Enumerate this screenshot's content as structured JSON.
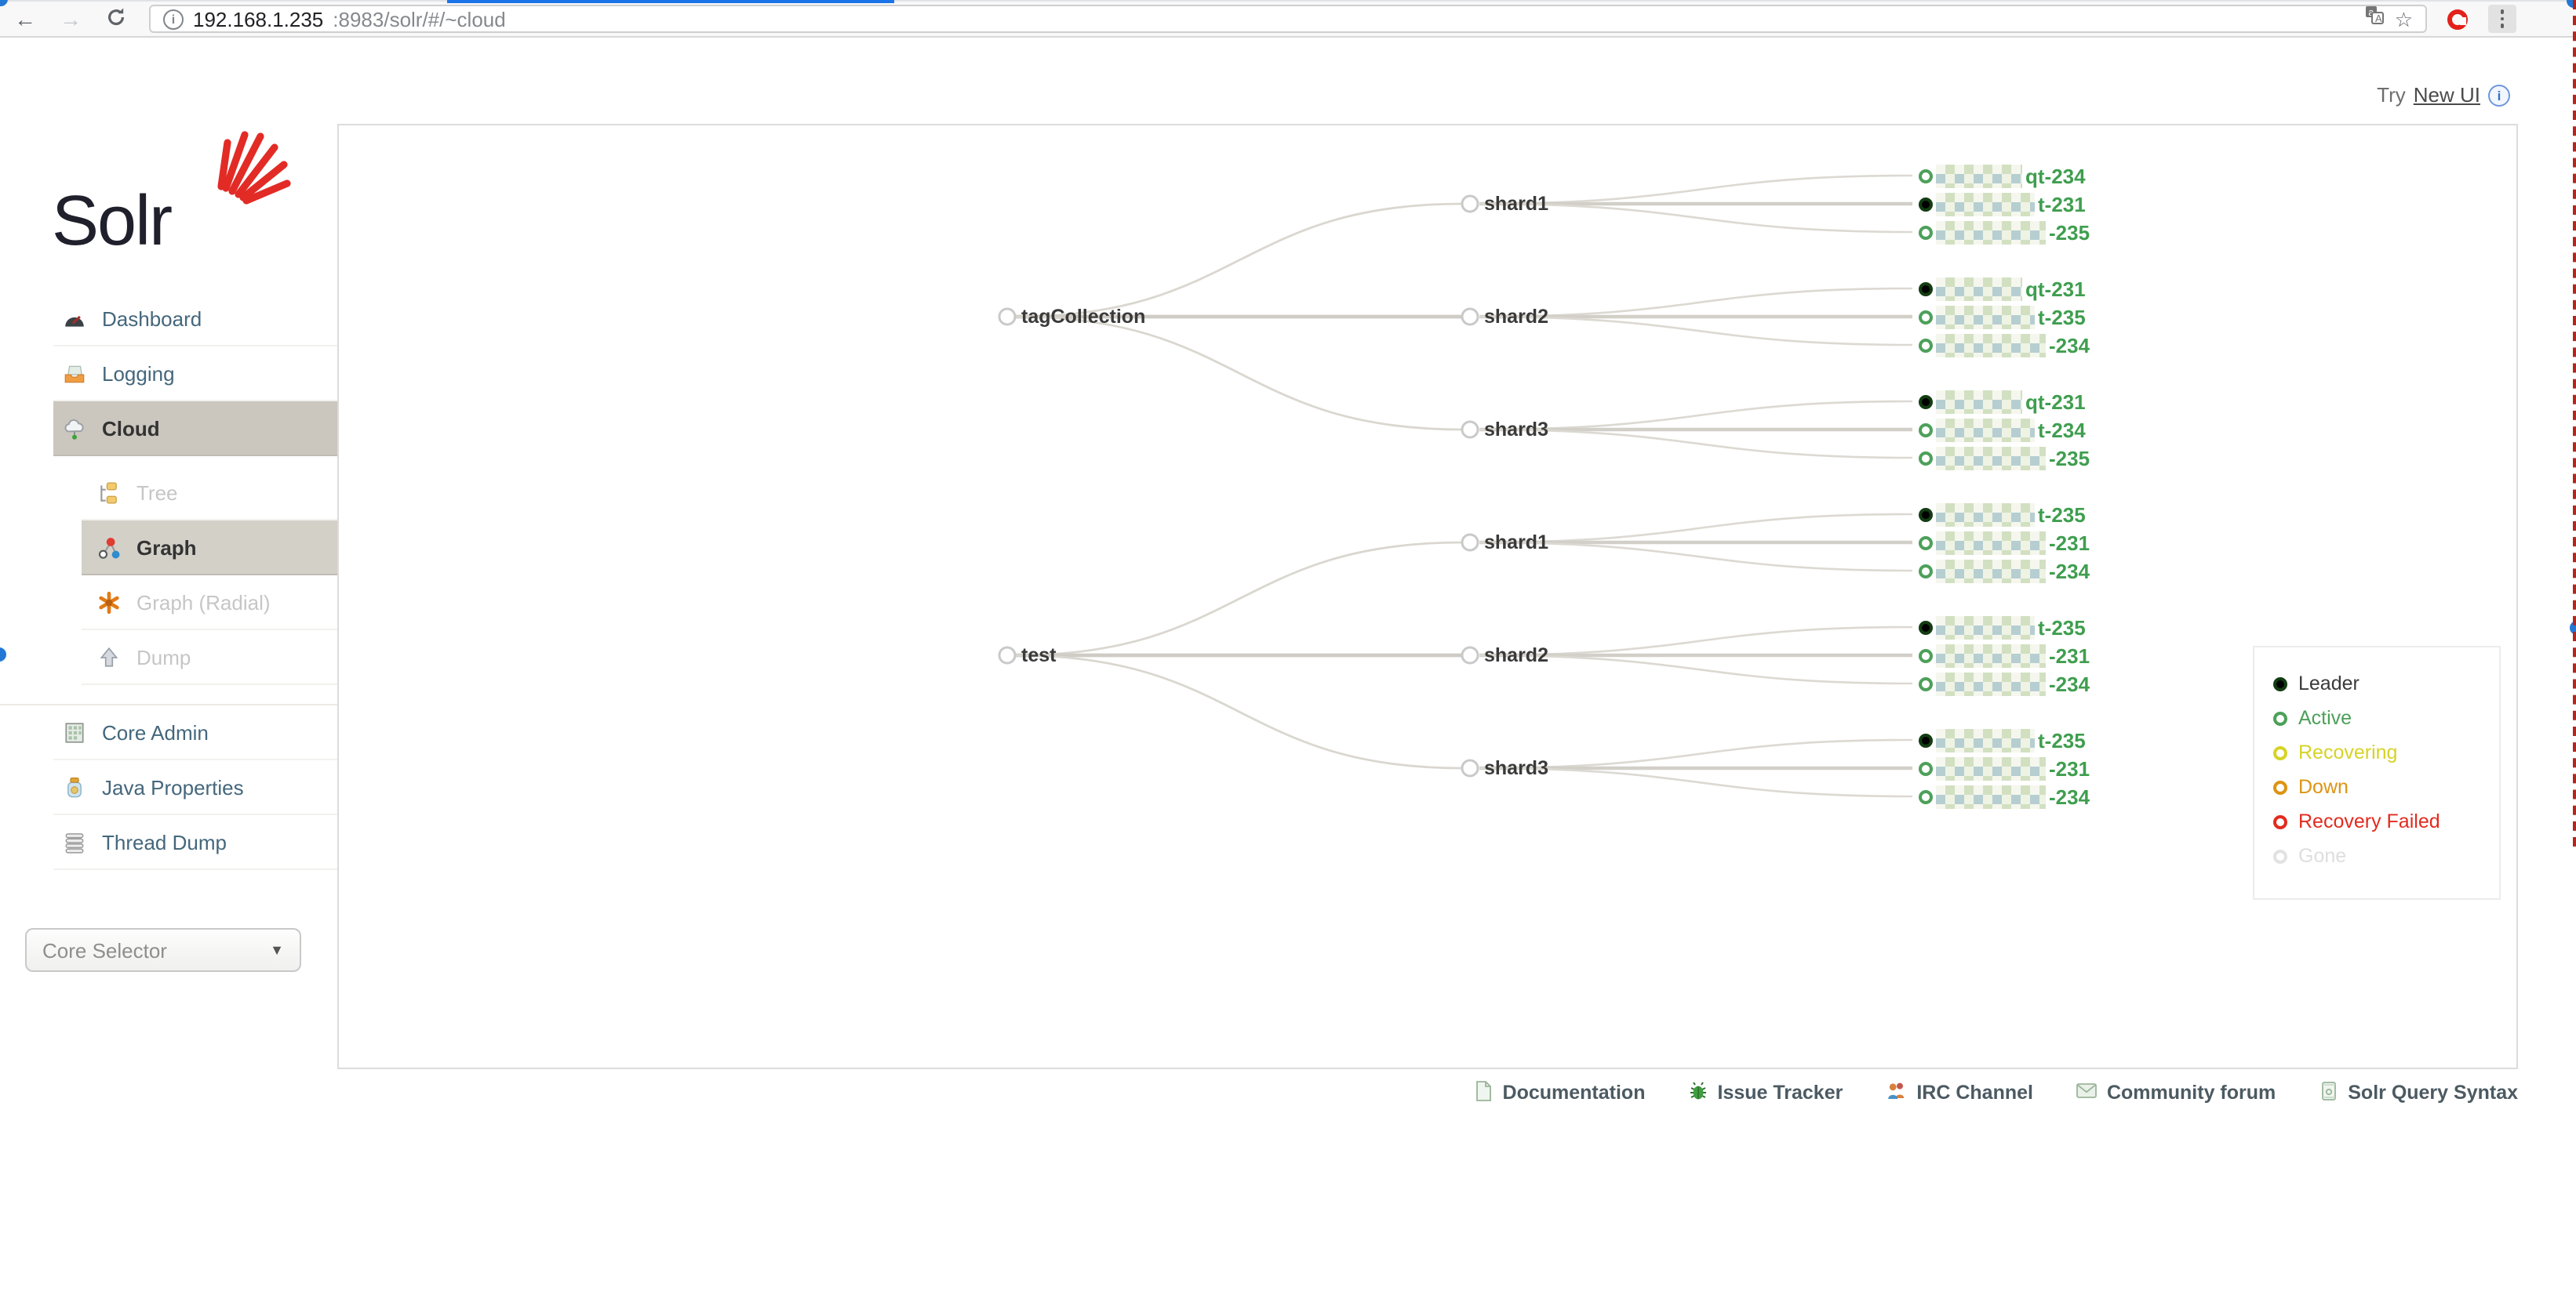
{
  "browser": {
    "url_host": "192.168.1.235",
    "url_rest": ":8983/solr/#/~cloud"
  },
  "topbar": {
    "try_text": "Try",
    "new_ui_label": "New UI"
  },
  "sidebar": {
    "logo_text": "Solr",
    "menu": [
      {
        "label": "Dashboard",
        "icon": "dashboard-icon",
        "state": "normal"
      },
      {
        "label": "Logging",
        "icon": "logging-icon",
        "state": "normal"
      },
      {
        "label": "Cloud",
        "icon": "cloud-icon",
        "state": "selected"
      }
    ],
    "cloud_submenu": [
      {
        "label": "Tree",
        "icon": "tree-icon",
        "state": "disabled"
      },
      {
        "label": "Graph",
        "icon": "graph-icon",
        "state": "selected"
      },
      {
        "label": "Graph (Radial)",
        "icon": "radial-icon",
        "state": "disabled"
      },
      {
        "label": "Dump",
        "icon": "dump-icon",
        "state": "disabled"
      }
    ],
    "menu_bottom": [
      {
        "label": "Core Admin",
        "icon": "core-admin-icon"
      },
      {
        "label": "Java Properties",
        "icon": "java-properties-icon"
      },
      {
        "label": "Thread Dump",
        "icon": "thread-dump-icon"
      }
    ],
    "core_selector_label": "Core Selector"
  },
  "cloud_graph": {
    "hostnames_pixelated": true,
    "collections": [
      {
        "name": "tagCollection",
        "shards": [
          {
            "name": "shard1",
            "replicas": [
              {
                "suffix": "qt-234",
                "state": "active",
                "leader": false
              },
              {
                "suffix": "t-231",
                "state": "active",
                "leader": true
              },
              {
                "suffix": "-235",
                "state": "active",
                "leader": false
              }
            ]
          },
          {
            "name": "shard2",
            "replicas": [
              {
                "suffix": "qt-231",
                "state": "active",
                "leader": true
              },
              {
                "suffix": "t-235",
                "state": "active",
                "leader": false
              },
              {
                "suffix": "-234",
                "state": "active",
                "leader": false
              }
            ]
          },
          {
            "name": "shard3",
            "replicas": [
              {
                "suffix": "qt-231",
                "state": "active",
                "leader": true
              },
              {
                "suffix": "t-234",
                "state": "active",
                "leader": false
              },
              {
                "suffix": "-235",
                "state": "active",
                "leader": false
              }
            ]
          }
        ]
      },
      {
        "name": "test",
        "shards": [
          {
            "name": "shard1",
            "replicas": [
              {
                "suffix": "t-235",
                "state": "active",
                "leader": true
              },
              {
                "suffix": "-231",
                "state": "active",
                "leader": false
              },
              {
                "suffix": "-234",
                "state": "active",
                "leader": false
              }
            ]
          },
          {
            "name": "shard2",
            "replicas": [
              {
                "suffix": "t-235",
                "state": "active",
                "leader": true
              },
              {
                "suffix": "-231",
                "state": "active",
                "leader": false
              },
              {
                "suffix": "-234",
                "state": "active",
                "leader": false
              }
            ]
          },
          {
            "name": "shard3",
            "replicas": [
              {
                "suffix": "t-235",
                "state": "active",
                "leader": true
              },
              {
                "suffix": "-231",
                "state": "active",
                "leader": false
              },
              {
                "suffix": "-234",
                "state": "active",
                "leader": false
              }
            ]
          }
        ]
      }
    ]
  },
  "legend": {
    "items": [
      {
        "label": "Leader",
        "type": "leader",
        "color": "#000000",
        "text_color": "#3a3a3a"
      },
      {
        "label": "Active",
        "type": "ring",
        "color": "#4da05a",
        "text_color": "#4da05a"
      },
      {
        "label": "Recovering",
        "type": "ring",
        "color": "#d6d327",
        "text_color": "#d6d327"
      },
      {
        "label": "Down",
        "type": "ring",
        "color": "#dd9413",
        "text_color": "#dd9413"
      },
      {
        "label": "Recovery Failed",
        "type": "ring",
        "color": "#e22b1f",
        "text_color": "#e22b1f"
      },
      {
        "label": "Gone",
        "type": "ring",
        "color": "#e2e2e2",
        "text_color": "#dedede"
      }
    ]
  },
  "footer": {
    "links": [
      {
        "label": "Documentation",
        "icon": "document-icon"
      },
      {
        "label": "Issue Tracker",
        "icon": "bug-icon"
      },
      {
        "label": "IRC Channel",
        "icon": "people-icon"
      },
      {
        "label": "Community forum",
        "icon": "mail-icon"
      },
      {
        "label": "Solr Query Syntax",
        "icon": "scroll-icon"
      }
    ]
  }
}
